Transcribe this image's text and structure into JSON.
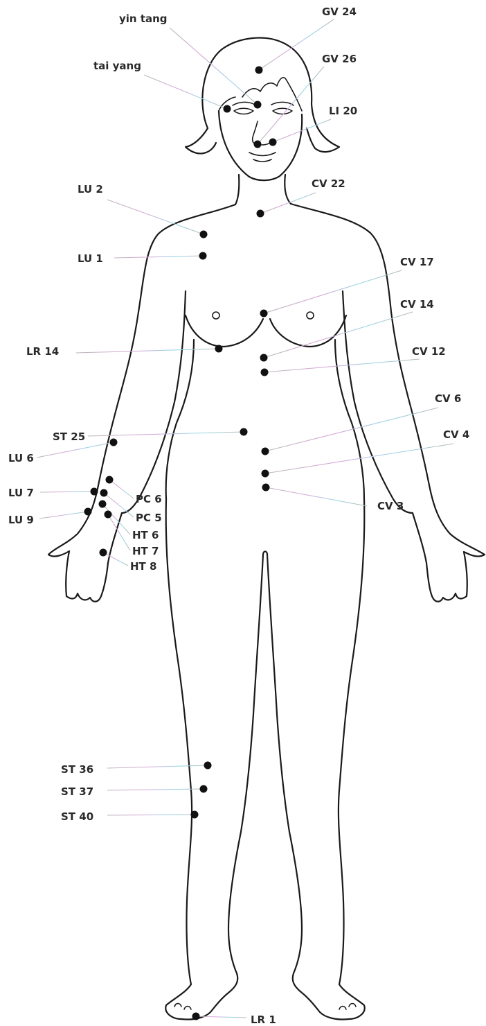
{
  "diagram": {
    "points": [
      {
        "id": "gv24",
        "label": "GV 24"
      },
      {
        "id": "yintang",
        "label": "yin tang"
      },
      {
        "id": "gv26",
        "label": "GV 26"
      },
      {
        "id": "taiyang",
        "label": "tai yang"
      },
      {
        "id": "li20",
        "label": "LI 20"
      },
      {
        "id": "cv22",
        "label": "CV 22"
      },
      {
        "id": "lu2",
        "label": "LU 2"
      },
      {
        "id": "lu1",
        "label": "LU 1"
      },
      {
        "id": "cv17",
        "label": "CV 17"
      },
      {
        "id": "cv14",
        "label": "CV 14"
      },
      {
        "id": "lr14",
        "label": "LR 14"
      },
      {
        "id": "cv12",
        "label": "CV 12"
      },
      {
        "id": "cv6",
        "label": "CV 6"
      },
      {
        "id": "st25",
        "label": "ST 25"
      },
      {
        "id": "cv4",
        "label": "CV 4"
      },
      {
        "id": "lu6",
        "label": "LU 6"
      },
      {
        "id": "lu7",
        "label": "LU 7"
      },
      {
        "id": "pc6",
        "label": "PC 6"
      },
      {
        "id": "cv3",
        "label": "CV 3"
      },
      {
        "id": "pc5",
        "label": "PC 5"
      },
      {
        "id": "lu9",
        "label": "LU 9"
      },
      {
        "id": "ht6",
        "label": "HT 6"
      },
      {
        "id": "ht7",
        "label": "HT 7"
      },
      {
        "id": "ht8",
        "label": "HT 8"
      },
      {
        "id": "st36",
        "label": "ST 36"
      },
      {
        "id": "st37",
        "label": "ST 37"
      },
      {
        "id": "st40",
        "label": "ST 40"
      },
      {
        "id": "lr1",
        "label": "LR 1"
      }
    ]
  },
  "colors": {
    "outline": "#1a1a1a",
    "point": "#111111",
    "label": "#2a2a2a",
    "leader_gradient": [
      "#b9b9b9",
      "#d9a8d9",
      "#9ad8e8",
      "#b9b9b9"
    ]
  }
}
